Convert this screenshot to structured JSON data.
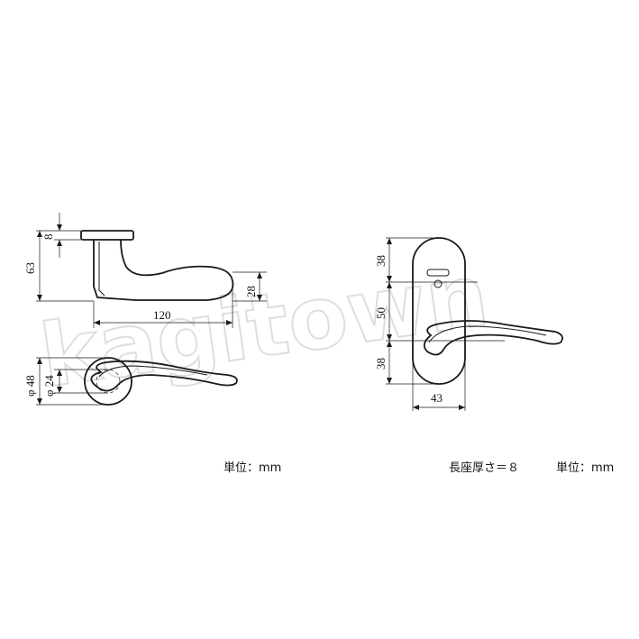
{
  "watermark": "kagitown",
  "left_view": {
    "dims": {
      "rose_thickness": "8",
      "total_height": "63",
      "length": "120",
      "lever_height": "28",
      "rose_diameter": "φ 48",
      "inner_diameter": "φ 24"
    },
    "unit_label": "単位：mm"
  },
  "right_view": {
    "dims": {
      "top": "38",
      "center": "50",
      "bottom": "38",
      "width": "43"
    },
    "note": "長座厚さ＝８",
    "unit_label": "単位：mm"
  }
}
